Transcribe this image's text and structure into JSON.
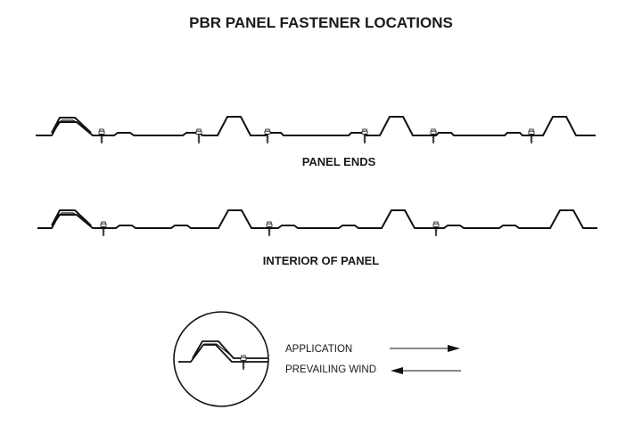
{
  "title": "PBR PANEL FASTENER LOCATIONS",
  "sections": {
    "panel_ends": {
      "label": "PANEL ENDS"
    },
    "interior": {
      "label": "INTERIOR OF PANEL"
    }
  },
  "legend": {
    "application": "APPLICATION",
    "prevailing_wind": "PREVAILING WIND"
  }
}
